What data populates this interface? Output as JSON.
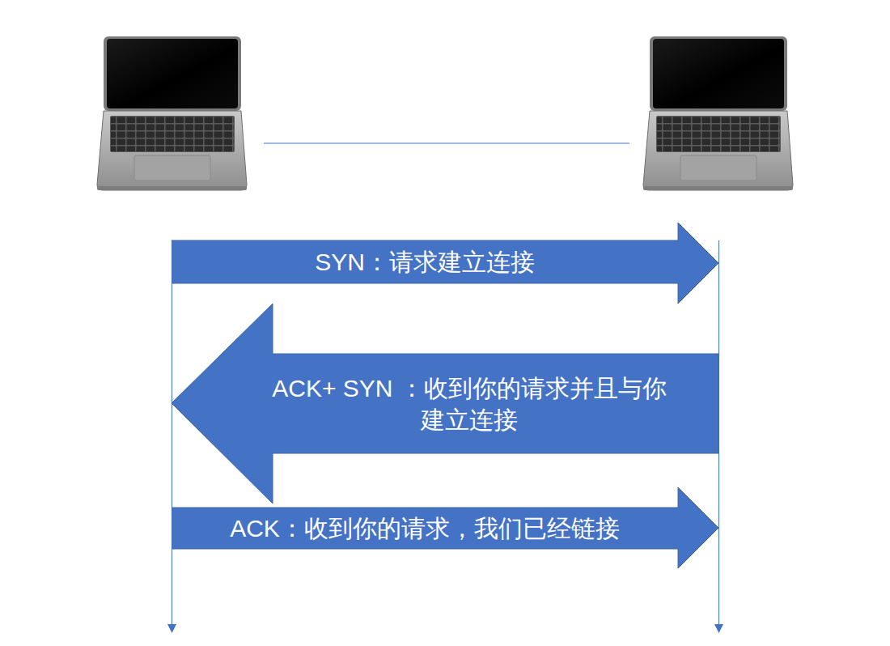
{
  "diagram": {
    "nodes": [
      {
        "text": [
          "SYN：请求建立连接"
        ]
      },
      {
        "text": [
          "ACK+ SYN ：收到你的请求并且与你 建立连接"
        ]
      },
      {
        "text": [
          "ACK：收到你的请求，我们已经链接"
        ]
      }
    ]
  }
}
